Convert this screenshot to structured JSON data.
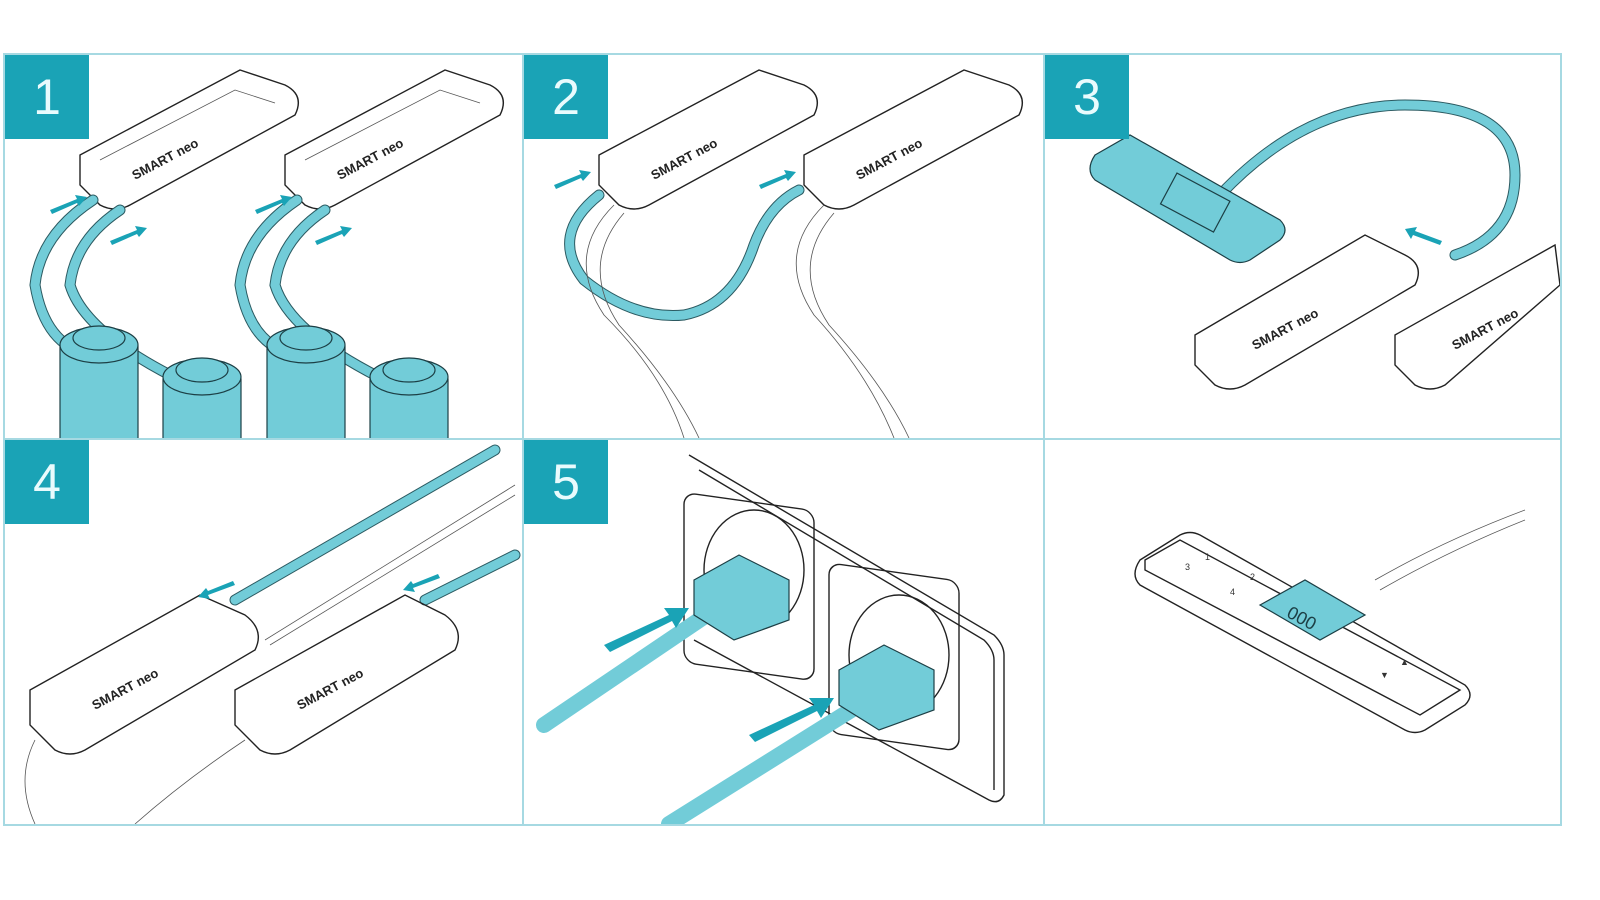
{
  "panels": [
    {
      "step": "1",
      "description": "Connect motor cables to control boxes",
      "device_label": "SMART neo"
    },
    {
      "step": "2",
      "description": "Connect control boxes with synchronization cable",
      "device_label": "SMART neo"
    },
    {
      "step": "3",
      "description": "Connect handset to control box",
      "device_label": "SMART neo"
    },
    {
      "step": "4",
      "description": "Connect power cables to control boxes",
      "device_label": "SMART neo"
    },
    {
      "step": "5",
      "description": "Plug power cables into wall sockets",
      "device_label": ""
    },
    {
      "step": "",
      "description": "Handset ready",
      "device_label": ""
    }
  ],
  "handset": {
    "display": "000",
    "keys": [
      "1",
      "2",
      "3",
      "4"
    ]
  },
  "colors": {
    "accent": "#1aa3b6",
    "teal_fill": "#72ccd8",
    "border": "#a6d9e2"
  }
}
